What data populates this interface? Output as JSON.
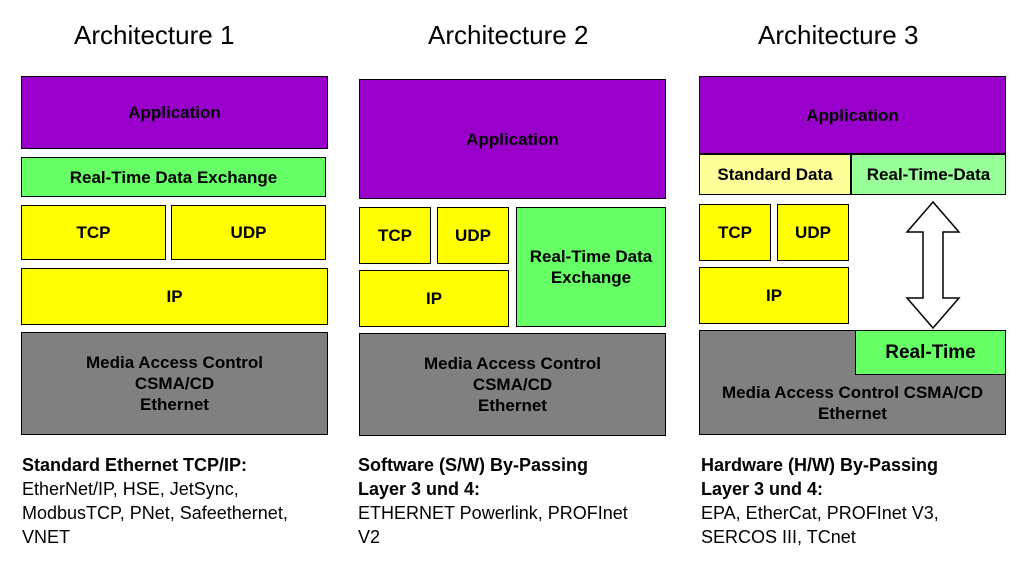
{
  "arch1": {
    "title": "Architecture 1",
    "application": "Application",
    "rtde": "Real-Time Data Exchange",
    "tcp": "TCP",
    "udp": "UDP",
    "ip": "IP",
    "mac": "Media Access Control\nCSMA/CD\nEthernet",
    "caption_head": "Standard Ethernet TCP/IP:",
    "caption_body": "EtherNet/IP, HSE, JetSync,\nModbusTCP, PNet, Safeethernet,\nVNET"
  },
  "arch2": {
    "title": "Architecture 2",
    "application": "Application",
    "tcp": "TCP",
    "udp": "UDP",
    "ip": "IP",
    "rtde": "Real-Time Data\nExchange",
    "mac": "Media Access Control\nCSMA/CD\nEthernet",
    "caption_head": "Software (S/W) By-Passing\nLayer 3 und 4:",
    "caption_body": "ETHERNET Powerlink, PROFInet\nV2"
  },
  "arch3": {
    "title": "Architecture 3",
    "application": "Application",
    "standard_data": "Standard Data",
    "rt_data": "Real-Time-Data",
    "tcp": "TCP",
    "udp": "UDP",
    "ip": "IP",
    "real_time": "Real-Time",
    "mac": "Media Access Control CSMA/CD\nEthernet",
    "caption_head": "Hardware (H/W) By-Passing\nLayer 3 und 4:",
    "caption_body": "EPA, EtherCat, PROFInet V3,\nSERCOS III, TCnet"
  },
  "colors": {
    "application": "#9900cc",
    "realtime": "#66ff66",
    "transport": "#ffff00",
    "mac": "#808080",
    "standard_data": "#ffff99"
  }
}
